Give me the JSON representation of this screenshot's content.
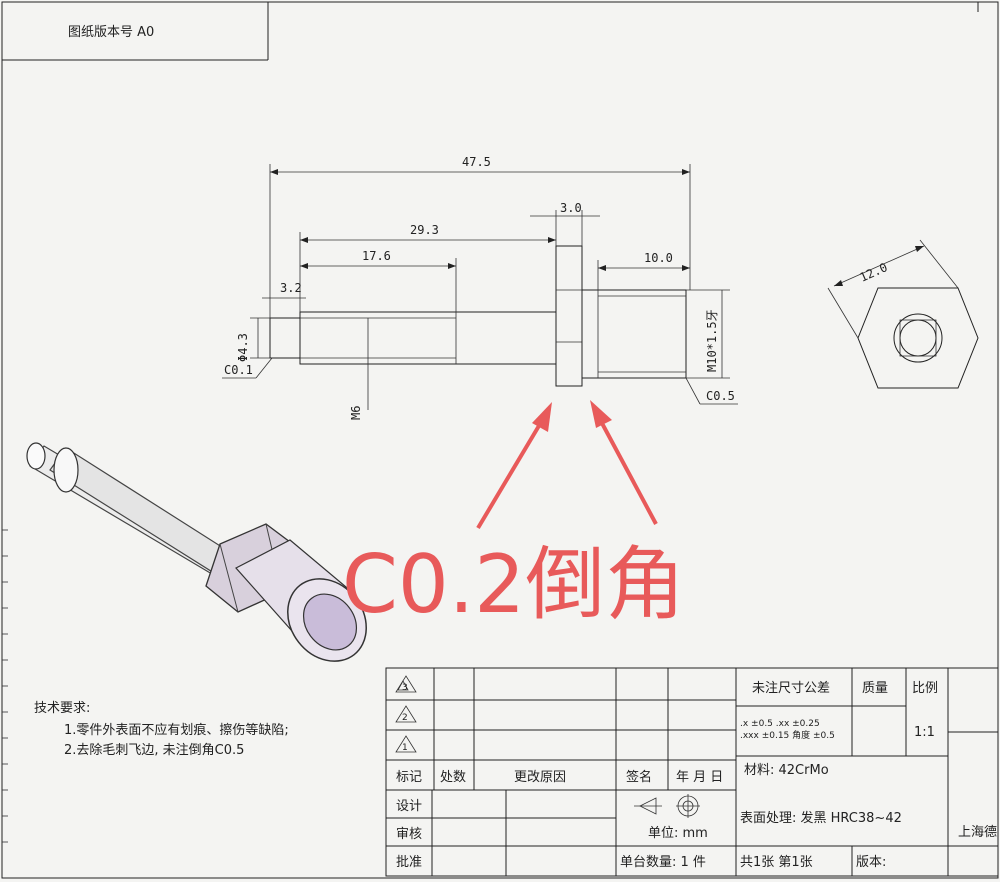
{
  "drawing_version": "图纸版本号 A0",
  "dimensions": {
    "total_length": "47.5",
    "hex_thickness": "3.0",
    "to_hex": "29.3",
    "thread_length": "17.6",
    "tip_length": "3.2",
    "tip_diameter": "Φ4.3",
    "tip_chamfer": "C0.1",
    "m6_thread": "M6",
    "right_length": "10.0",
    "m10_thread": "M10*1.5牙",
    "right_chamfer": "C0.5",
    "hex_across_flats": "12.0"
  },
  "annotation": {
    "text": "C0.2倒角",
    "color": "#e85a5a"
  },
  "tech_requirements": {
    "title": "技术要求:",
    "items": [
      "1.零件外表面不应有划痕、擦伤等缺陷;",
      "2.去除毛刺飞边, 未注倒角C0.5"
    ]
  },
  "title_block": {
    "rev_marks": [
      "3",
      "2",
      "1"
    ],
    "headers": {
      "mark": "标记",
      "count": "处数",
      "reason": "更改原因",
      "sign": "签名",
      "date": "年 月 日"
    },
    "roles": [
      "设计",
      "审核",
      "批准"
    ],
    "unit_label": "单位: mm",
    "set_qty": "单台数量: 1  件",
    "tolerance_title": "未注尺寸公差",
    "tolerance_line1": ".x  ±0.5     .xx  ±0.25",
    "tolerance_line2": ".xxx ±0.15   角度  ±0.5",
    "mass_label": "质量",
    "scale_label": "比例",
    "scale_value": "1:1",
    "material": "材料: 42CrMo",
    "surface": "表面处理: 发黑 HRC38~42",
    "sheets": "共1张   第1张",
    "version_label": "版本:",
    "company_partial": "上海德"
  }
}
